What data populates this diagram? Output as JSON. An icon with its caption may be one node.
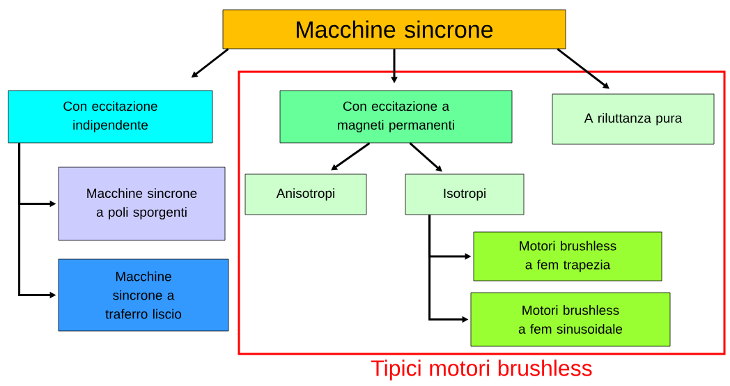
{
  "diagram": {
    "nodes": [
      {
        "text": [
          "Macchine sincrone"
        ]
      },
      {
        "text": [
          "Con eccitazione indipendente"
        ]
      },
      {
        "text": [
          "Tipici motori brushless"
        ]
      },
      {
        "text": [
          "Con eccitazione a magneti permanenti"
        ],
        "in": 2
      },
      {
        "text": [
          "A riluttanza pura"
        ],
        "in": 2
      },
      {
        "text": [
          "Macchine sincrone a poli sporgenti"
        ]
      },
      {
        "text": [
          "Macchine sincrone a traferro liscio"
        ]
      },
      {
        "text": [
          "Anisotropi"
        ],
        "in": 2
      },
      {
        "text": [
          "Isotropi"
        ],
        "in": 2
      },
      {
        "text": [
          "Motori brushless a fem trapezia"
        ],
        "in": 2
      },
      {
        "text": [
          "Motori brushless a fem sinusoidale"
        ],
        "in": 2
      }
    ],
    "edges": [
      {
        "from": 0,
        "to": 1,
        "arrow": "to"
      },
      {
        "from": 0,
        "to": 3,
        "arrow": "to"
      },
      {
        "from": 0,
        "to": 4,
        "arrow": "to"
      },
      {
        "from": 1,
        "to": 5,
        "arrow": "to"
      },
      {
        "from": 1,
        "to": 6,
        "arrow": "to"
      },
      {
        "from": 3,
        "to": 7,
        "arrow": "to"
      },
      {
        "from": 3,
        "to": 8,
        "arrow": "to"
      },
      {
        "from": 8,
        "to": 9,
        "arrow": "to"
      },
      {
        "from": 8,
        "to": 10,
        "arrow": "to"
      }
    ]
  }
}
